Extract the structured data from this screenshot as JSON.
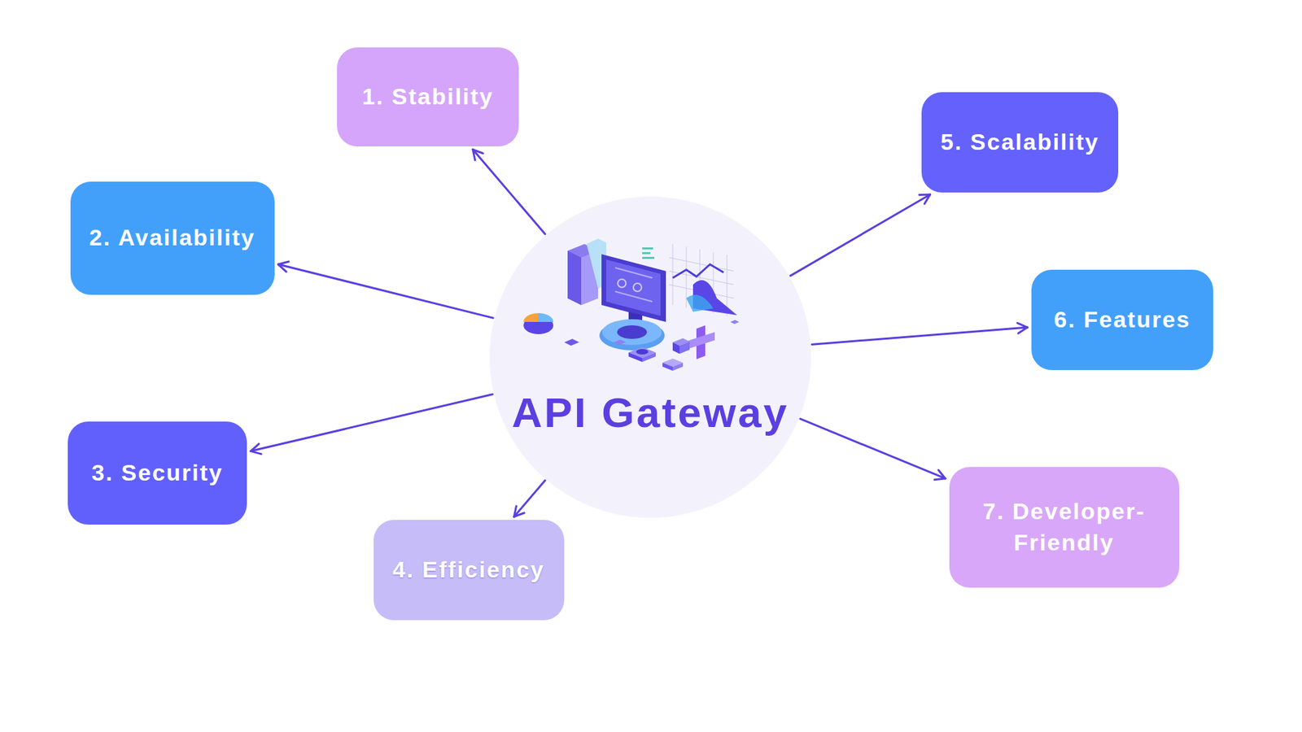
{
  "diagram": {
    "nodes": [
      {
        "text": [
          "API Gateway"
        ]
      },
      {
        "text": [
          "1. Stability"
        ]
      },
      {
        "text": [
          "2. Availability"
        ]
      },
      {
        "text": [
          "3. Security"
        ]
      },
      {
        "text": [
          "4. Efficiency"
        ]
      },
      {
        "text": [
          "5. Scalability"
        ]
      },
      {
        "text": [
          "6. Features"
        ]
      },
      {
        "text": [
          "7. Developer-Friendly"
        ]
      }
    ],
    "edges": [
      {
        "from": 0,
        "to": 1,
        "arrow": "to"
      },
      {
        "from": 0,
        "to": 2,
        "arrow": "to"
      },
      {
        "from": 0,
        "to": 3,
        "arrow": "to"
      },
      {
        "from": 0,
        "to": 4,
        "arrow": "to"
      },
      {
        "from": 0,
        "to": 5,
        "arrow": "to"
      },
      {
        "from": 0,
        "to": 6,
        "arrow": "to"
      },
      {
        "from": 0,
        "to": 7,
        "arrow": "to"
      }
    ]
  }
}
